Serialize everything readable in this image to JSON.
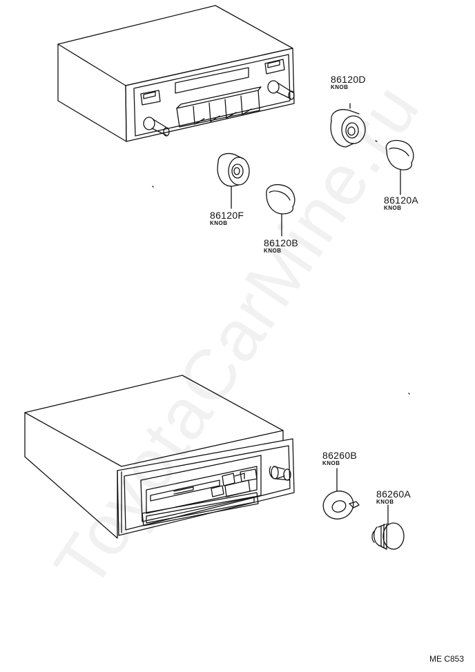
{
  "watermark": "ToyotaCarMine.ru",
  "diagram_code": "ME C853",
  "parts": [
    {
      "id": "86120D",
      "number": "86120D",
      "name": "KNOB"
    },
    {
      "id": "86120A",
      "number": "86120A",
      "name": "KNOB"
    },
    {
      "id": "86120F",
      "number": "86120F",
      "name": "KNOB"
    },
    {
      "id": "86120B",
      "number": "86120B",
      "name": "KNOB"
    },
    {
      "id": "86260B",
      "number": "86260B",
      "name": "KNOB"
    },
    {
      "id": "86260A",
      "number": "86260A",
      "name": "KNOB"
    }
  ]
}
